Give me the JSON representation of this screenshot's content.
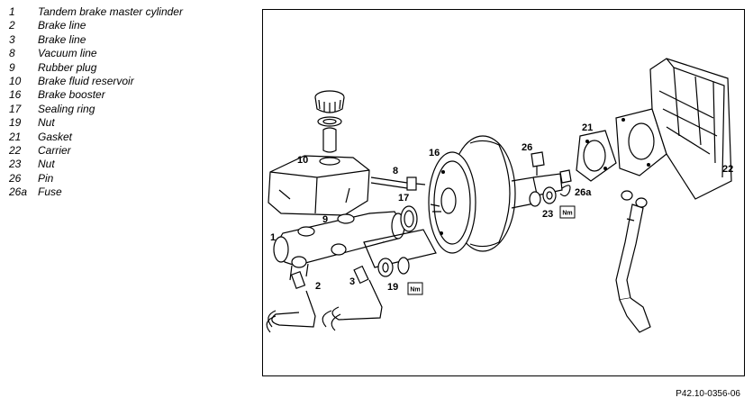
{
  "legend": [
    {
      "num": "1",
      "label": "Tandem brake master cylinder"
    },
    {
      "num": "2",
      "label": "Brake line"
    },
    {
      "num": "3",
      "label": "Brake line"
    },
    {
      "num": "8",
      "label": "Vacuum line"
    },
    {
      "num": "9",
      "label": "Rubber plug"
    },
    {
      "num": "10",
      "label": "Brake fluid reservoir"
    },
    {
      "num": "16",
      "label": "Brake booster"
    },
    {
      "num": "17",
      "label": "Sealing ring"
    },
    {
      "num": "19",
      "label": "Nut"
    },
    {
      "num": "21",
      "label": "Gasket"
    },
    {
      "num": "22",
      "label": "Carrier"
    },
    {
      "num": "23",
      "label": "Nut"
    },
    {
      "num": "26",
      "label": "Pin"
    },
    {
      "num": "26a",
      "label": "Fuse"
    }
  ],
  "callouts": {
    "c1": "1",
    "c2": "2",
    "c3": "3",
    "c8": "8",
    "c9": "9",
    "c10": "10",
    "c16": "16",
    "c17": "17",
    "c19": "19",
    "c21": "21",
    "c22": "22",
    "c23": "23",
    "c26": "26",
    "c26a": "26a"
  },
  "torque_badge": "Nm",
  "reference": "P42.10-0356-06"
}
